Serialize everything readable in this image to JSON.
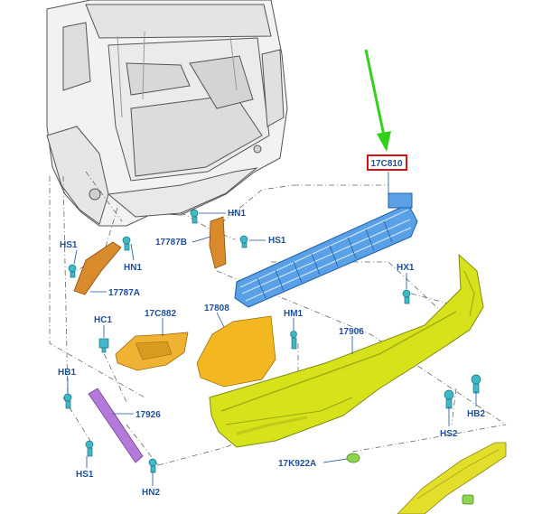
{
  "diagram": {
    "colors": {
      "label_text": "#1f4f9a",
      "highlight_box": "#e0101a",
      "pointer_arrow": "#33d11a",
      "absorber_blue": "#5aa0e6",
      "bracket_orange": "#d98a2a",
      "bumper_yellow": "#d6e21a",
      "reflector_orange": "#f3b820",
      "reinforcement_purple": "#b57ad9",
      "clip_teal": "#3fb9c8"
    },
    "selected_part": "17C810",
    "labels": [
      {
        "id": "17C810",
        "text": "17C810"
      },
      {
        "id": "HN1_a",
        "text": "HN1"
      },
      {
        "id": "17787B",
        "text": "17787B"
      },
      {
        "id": "HS1_a",
        "text": "HS1"
      },
      {
        "id": "HS1_b",
        "text": "HS1"
      },
      {
        "id": "HN1_b",
        "text": "HN1"
      },
      {
        "id": "17787A",
        "text": "17787A"
      },
      {
        "id": "HX1",
        "text": "HX1"
      },
      {
        "id": "HC1",
        "text": "HC1"
      },
      {
        "id": "17C882",
        "text": "17C882"
      },
      {
        "id": "17808",
        "text": "17808"
      },
      {
        "id": "HM1",
        "text": "HM1"
      },
      {
        "id": "17906",
        "text": "17906"
      },
      {
        "id": "HB1",
        "text": "HB1"
      },
      {
        "id": "17926",
        "text": "17926"
      },
      {
        "id": "HB2",
        "text": "HB2"
      },
      {
        "id": "HS2",
        "text": "HS2"
      },
      {
        "id": "17K922A",
        "text": "17K922A"
      },
      {
        "id": "HS1_c",
        "text": "HS1"
      },
      {
        "id": "HN2",
        "text": "HN2"
      }
    ]
  }
}
